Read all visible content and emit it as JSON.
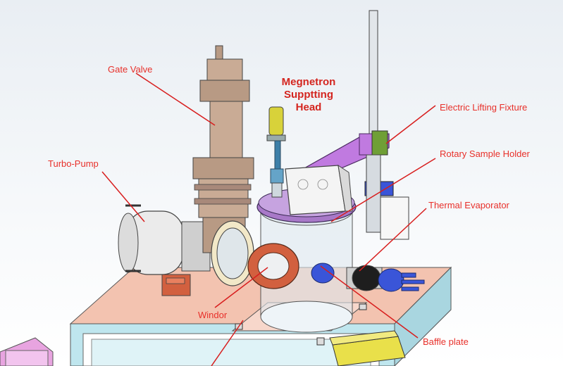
{
  "diagram": {
    "labels": {
      "gate_valve": "Gate Valve",
      "magnetron_head": "Megnetron\nSupptting\nHead",
      "electric_lifting_fixture": "Electric Lifting Fixture",
      "rotary_sample_holder": "Rotary Sample Holder",
      "turbo_pump": "Turbo-Pump",
      "thermal_evaporator": "Thermal Evaporator",
      "window": "Windor",
      "baffle_plate": "Baffle plate"
    },
    "colors": {
      "label_red": "#e8302a",
      "leader_line": "#d81e1e",
      "gate_valve_bronze": "#b89a84",
      "chamber_violet": "#a879c8",
      "arm_magenta": "#c07ae0",
      "flange_orange": "#d2603f",
      "blue_feedthrough": "#3a55d8",
      "frame_cyan": "#bfe6ee",
      "table_peach": "#f3c3b0",
      "module_yellow": "#e9e04a"
    }
  }
}
